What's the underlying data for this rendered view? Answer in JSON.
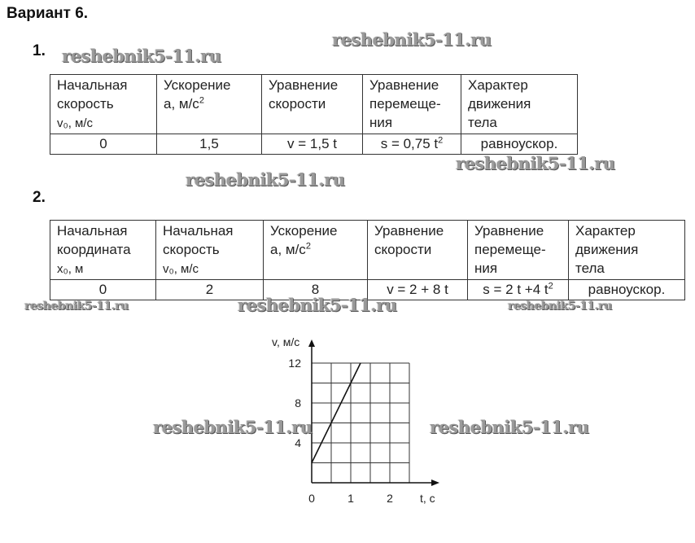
{
  "title": "Вариант 6.",
  "task1": {
    "number": "1.",
    "headers": [
      [
        "Начальная",
        "скорость",
        "v₀, м/с"
      ],
      [
        "Ускорение",
        "а, м/с",
        "2"
      ],
      [
        "Уравнение",
        "скорости"
      ],
      [
        "Уравнение",
        "перемеще-",
        "ния"
      ],
      [
        "Характер",
        "движения",
        "тела"
      ]
    ],
    "row": [
      "0",
      "1,5",
      "v = 1,5 t",
      "s = 0,75 t",
      "2",
      "равноускор."
    ]
  },
  "task2": {
    "number": "2.",
    "headers": [
      [
        "Начальная",
        "координата",
        "x₀, м"
      ],
      [
        "Начальная",
        "скорость",
        "v₀, м/с"
      ],
      [
        "Ускорение",
        "а, м/с",
        "2"
      ],
      [
        "Уравнение",
        "скорости"
      ],
      [
        "Уравнение",
        "перемеще-",
        "ния"
      ],
      [
        "Характер",
        "движения",
        "тела"
      ]
    ],
    "row": [
      "0",
      "2",
      "8",
      "v = 2 + 8 t",
      "s = 2 t +4 t",
      "2",
      "равноускор."
    ]
  },
  "watermarks": [
    "reshebnik5-11.ru",
    "reshebnik5-11.ru",
    "reshebnik5-11.ru",
    "reshebnik5-11.ru",
    "reshebnik5-11.ru",
    "reshebnik5-11.ru",
    "reshebnik5-11.ru",
    "reshebnik5-11.ru",
    "reshebnik5-11.ru"
  ],
  "chart_data": {
    "type": "line",
    "xlabel": "t, c",
    "ylabel": "v, м/с",
    "xlim": [
      0,
      2.5
    ],
    "ylim": [
      0,
      12
    ],
    "xticks": [
      0,
      1,
      2
    ],
    "yticks": [
      4,
      8,
      12
    ],
    "xtick_labels": [
      "0",
      "1",
      "2"
    ],
    "ytick_labels": [
      "4",
      "8",
      "12"
    ],
    "grid": true,
    "grid_step_x": 0.5,
    "grid_step_y": 2,
    "series": [
      {
        "name": "v = 2 + 8t",
        "x": [
          0,
          1.25
        ],
        "y": [
          2,
          12
        ]
      }
    ]
  }
}
